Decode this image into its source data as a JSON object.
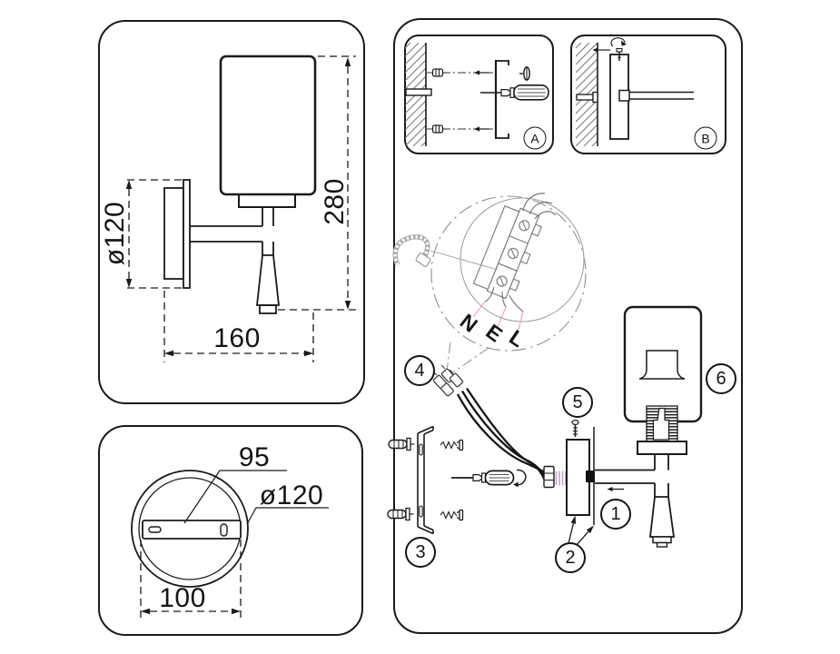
{
  "side_view": {
    "height": "280",
    "plate_diameter": "ø120",
    "width": "160"
  },
  "top_view": {
    "hole_spacing": "95",
    "plate_diameter": "ø120",
    "base_width": "100"
  },
  "steps": {
    "a": "A",
    "b": "B"
  },
  "wiring": {
    "n": "N",
    "e": "E",
    "l": "L"
  },
  "callouts": {
    "c1": "1",
    "c2": "2",
    "c3": "3",
    "c4": "4",
    "c5": "5",
    "c6": "6"
  }
}
